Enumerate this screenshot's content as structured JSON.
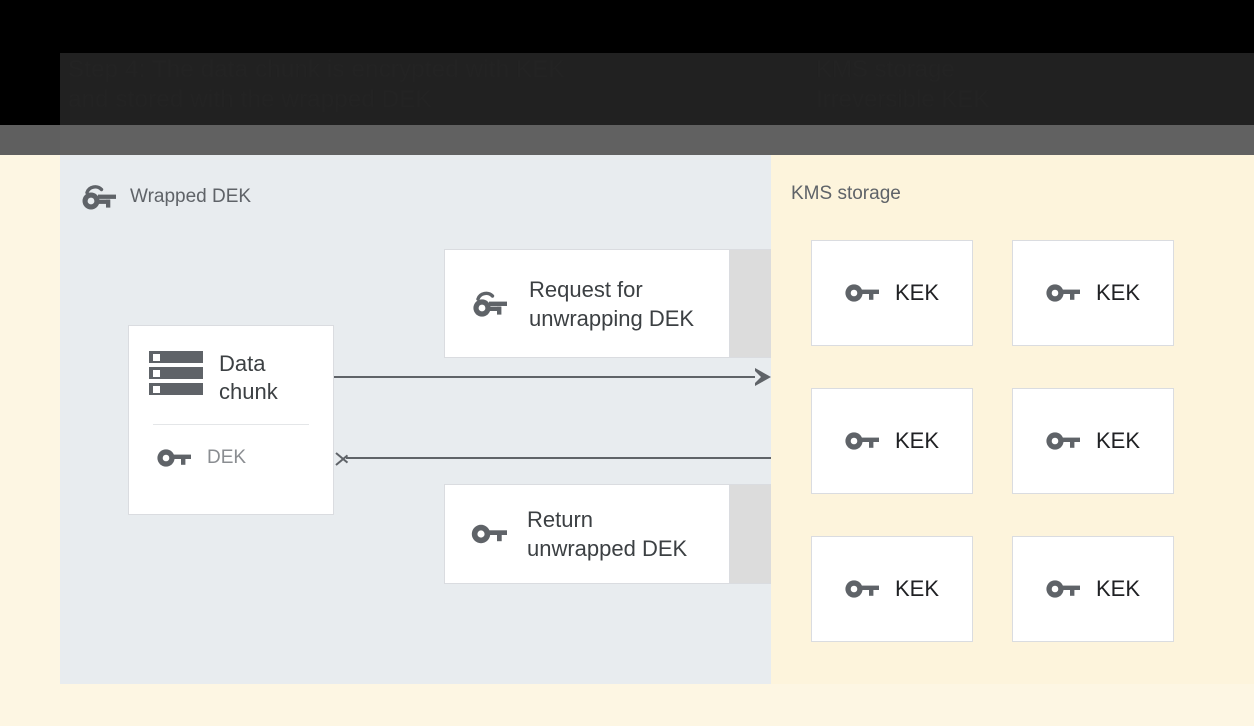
{
  "header": {
    "title_line1": "Step 4: The data chunk is encrypted with KEK",
    "title_line2": "and stored with the wrapped DEK",
    "right_line1": "KMS storage",
    "right_line2": "Irreversible KEK"
  },
  "left_panel": {
    "label": "Wrapped DEK",
    "label_icon": "wrapped-key-icon",
    "background": "#e8ecef",
    "data_chunk": {
      "icon": "storage-icon",
      "title": "Data\nchunk",
      "key_icon": "key-icon",
      "key_label": "DEK"
    },
    "messages": [
      {
        "id": "request",
        "icon": "wrapped-key-icon",
        "text": "Request for\nunwrapping DEK"
      },
      {
        "id": "return",
        "icon": "key-icon",
        "text": "Return\nunwrapped DEK"
      }
    ],
    "arrows": [
      {
        "id": "to-kms",
        "direction": "right"
      },
      {
        "id": "from-kms",
        "direction": "left"
      }
    ]
  },
  "right_panel": {
    "label": "KMS storage",
    "background": "#fdf4dc",
    "keys": [
      {
        "icon": "key-icon",
        "label": "KEK"
      },
      {
        "icon": "key-icon",
        "label": "KEK"
      },
      {
        "icon": "key-icon",
        "label": "KEK"
      },
      {
        "icon": "key-icon",
        "label": "KEK"
      },
      {
        "icon": "key-icon",
        "label": "KEK"
      },
      {
        "icon": "key-icon",
        "label": "KEK"
      }
    ]
  },
  "colors": {
    "icon_gray": "#5f6368",
    "card_border": "#dadce0",
    "text_primary": "#3c4043",
    "text_muted": "#8a8d91",
    "chrome_black": "#000000",
    "chrome_dark": "#212121",
    "chrome_gray": "#616161"
  }
}
